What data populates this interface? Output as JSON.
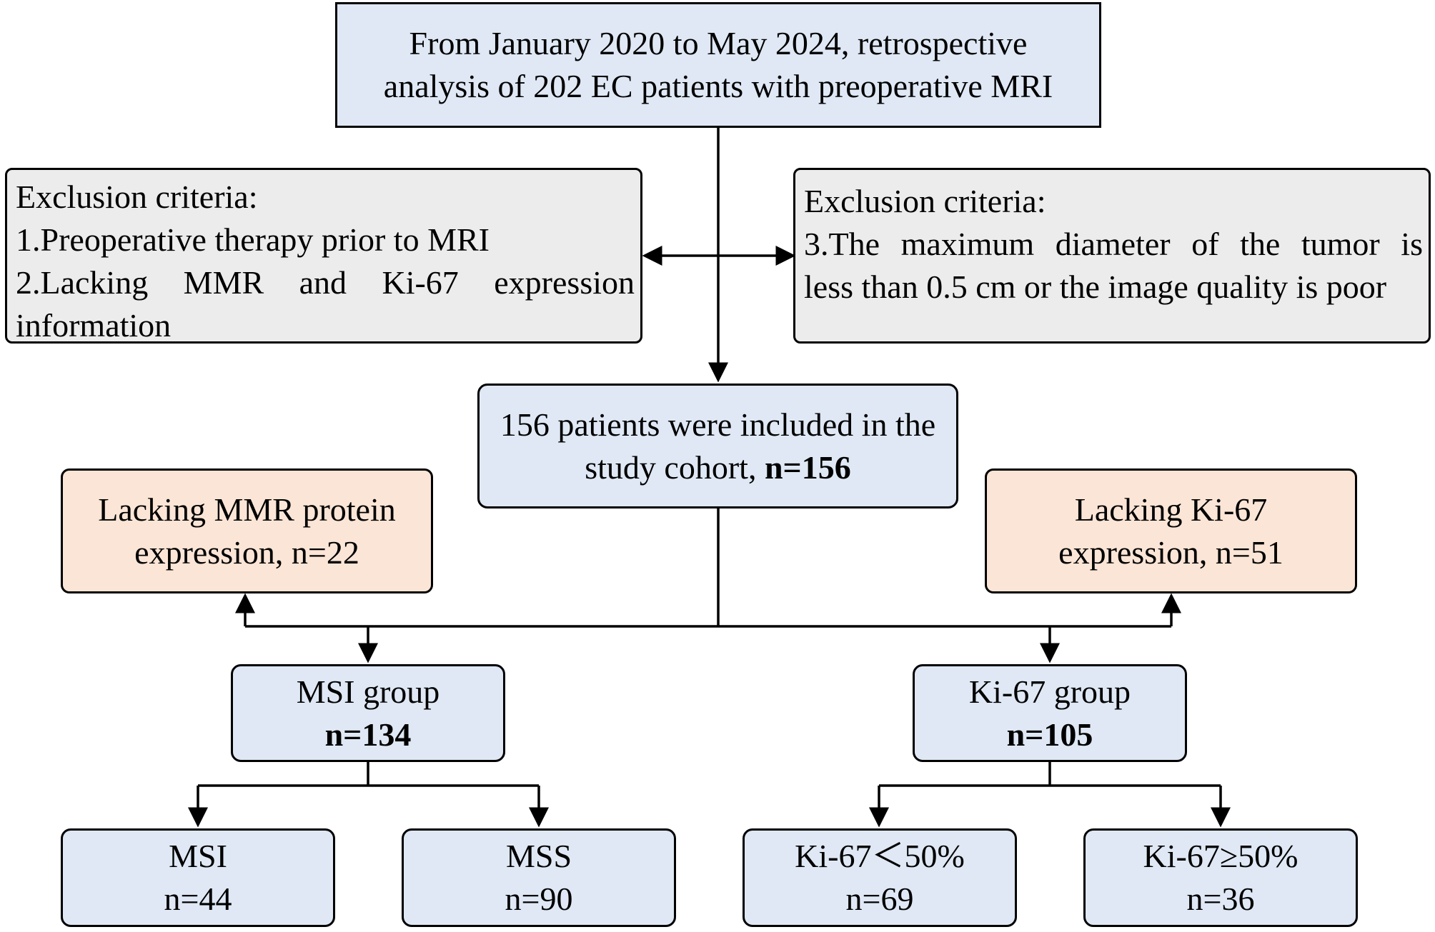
{
  "top": {
    "line1": "From January 2020 to May 2024, retrospective",
    "line2": "analysis of 202 EC patients with preoperative MRI"
  },
  "exclusion_left": {
    "title": "Exclusion criteria:",
    "item1": "1.Preoperative therapy prior to MRI",
    "item2": "2.Lacking MMR and Ki-67 expression",
    "item2_cont": "information"
  },
  "exclusion_right": {
    "title": "Exclusion criteria:",
    "item3": "3.The maximum diameter of the tumor is",
    "item3_cont": "less than 0.5 cm or the image quality is poor"
  },
  "cohort": {
    "line1": "156 patients were included in the",
    "line2": "study cohort,",
    "count": "n=156"
  },
  "lacking_mmr": {
    "line1": "Lacking MMR protein",
    "line2": "expression, n=22"
  },
  "lacking_ki67": {
    "line1": "Lacking Ki-67",
    "line2": "expression, n=51"
  },
  "msi_group": {
    "label": "MSI group",
    "count": "n=134"
  },
  "ki67_group": {
    "label": "Ki-67 group",
    "count": "n=105"
  },
  "msi": {
    "label": "MSI",
    "count": "n=44"
  },
  "mss": {
    "label": "MSS",
    "count": "n=90"
  },
  "ki67_low": {
    "label": "Ki-67＜50%",
    "count": "n=69"
  },
  "ki67_high": {
    "label": "Ki-67≥50%",
    "count": "n=36"
  }
}
